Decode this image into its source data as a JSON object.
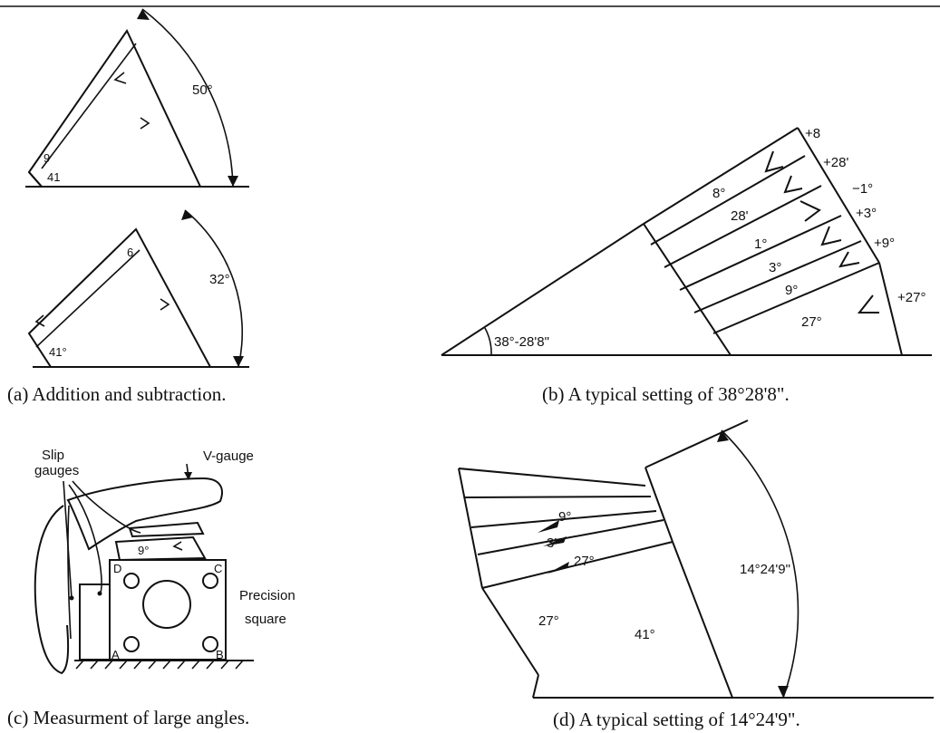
{
  "captions": {
    "a": "(a) Addition and subtraction.",
    "b": "(b) A typical setting of 38°28'8\".",
    "c": "(c) Measurment of large angles.",
    "d": "(d) A typical setting of 14°24'9\"."
  },
  "panel_a": {
    "top": {
      "angle": "50°",
      "gauge_small": "9",
      "gauge_large": "41"
    },
    "bottom": {
      "angle": "32°",
      "gauge_small": "6",
      "gauge_large": "41°"
    }
  },
  "panel_b": {
    "base_angle": "38°-28'8\"",
    "gauges": [
      "8°",
      "28'",
      "1°",
      "3°",
      "9°",
      "27°"
    ],
    "signs": [
      "+8",
      "+28'",
      "−1°",
      "+3°",
      "+9°",
      "+27°"
    ]
  },
  "panel_c": {
    "slip_gauges": "Slip\ngauges",
    "v_gauge": "V-gauge",
    "gauge_value": "9°",
    "precision_square": "Precision\nsquare",
    "corners": [
      "A",
      "B",
      "C",
      "D"
    ]
  },
  "panel_d": {
    "angle": "14°24'9\"",
    "gauges": [
      "9°",
      "3'",
      "27°",
      "27°",
      "41°"
    ]
  }
}
